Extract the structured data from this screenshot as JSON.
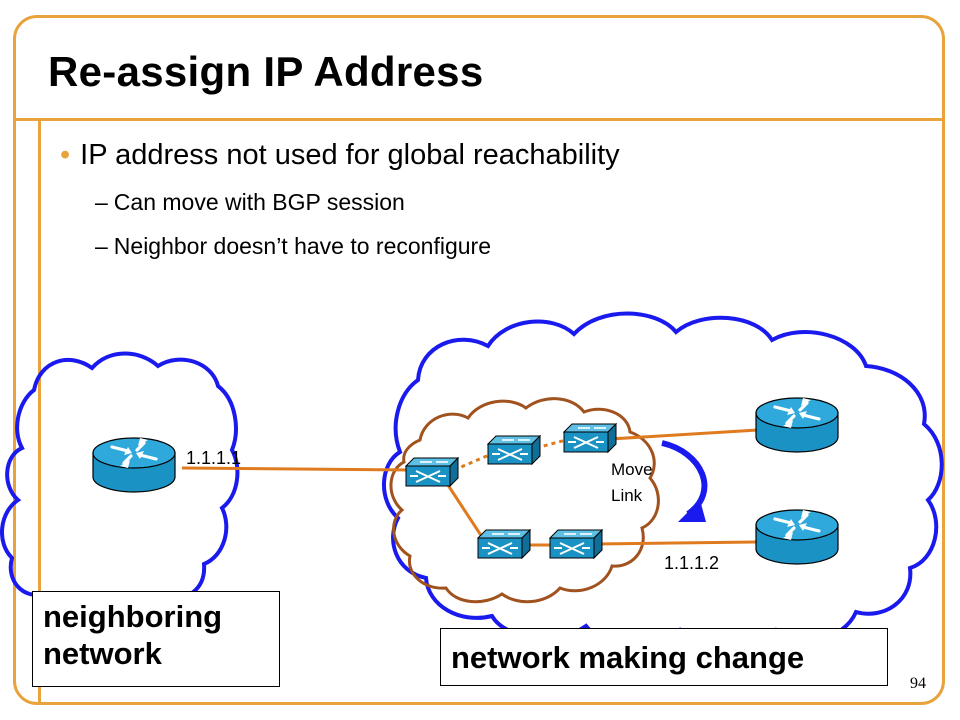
{
  "slide": {
    "title": "Re-assign IP Address",
    "bullet": "IP address not used for global reachability",
    "bullet_marker": "•",
    "sub_marker": "–",
    "sub_points": [
      "Can move with BGP session",
      "Neighbor doesn’t have to reconfigure"
    ],
    "page_number": "94"
  },
  "diagram": {
    "ip_left": "1.1.1.1",
    "ip_right": "1.1.1.2",
    "move_label_1": "Move",
    "move_label_2": "Link",
    "neighbor_label_1": "neighboring",
    "neighbor_label_2": "network",
    "change_label": "network making change",
    "icons": [
      "router-icon",
      "switch-icon"
    ]
  },
  "colors": {
    "accent": "#e8a33d",
    "cloud_outline": "#1a1aee",
    "inner_cloud_outline": "#a0521f",
    "link": "#e07a1f",
    "router_fill": "#1a92c4"
  }
}
